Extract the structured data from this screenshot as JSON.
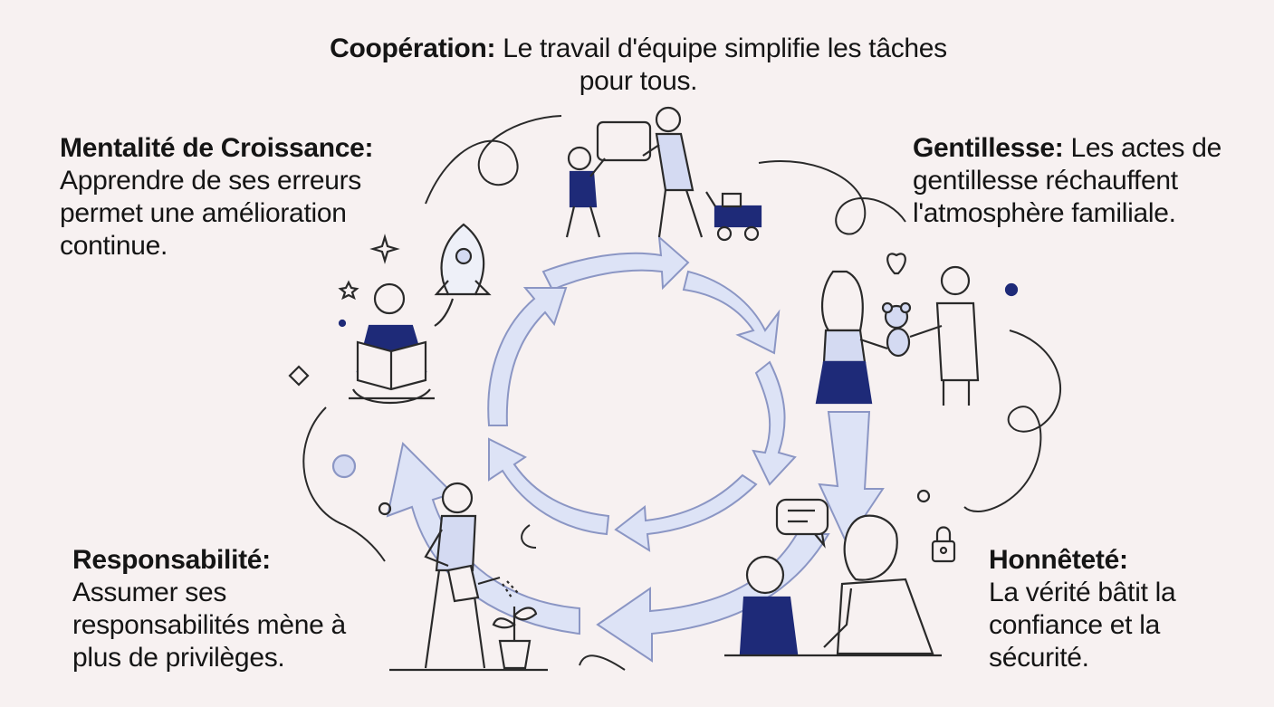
{
  "captions": {
    "cooperation": {
      "title": "Coopération:",
      "text": "Le travail d'équipe simplifie les tâches pour tous."
    },
    "growth": {
      "title": "Mentalité de Croissance:",
      "text": "Apprendre de ses erreurs permet une amélioration continue."
    },
    "kindness": {
      "title": "Gentillesse:",
      "text": "Les actes de gentillesse réchauffent l'atmosphère familiale."
    },
    "responsibility": {
      "title": "Responsabilité:",
      "text": "Assumer ses responsabilités mène à plus de privilèges."
    },
    "honesty": {
      "title": "Honnêteté:",
      "text": "La vérité bâtit la confiance et la sécurité."
    }
  },
  "colors": {
    "background": "#f7f1f1",
    "arrow_fill": "#dde3f6",
    "arrow_stroke": "#8b96c4",
    "navy": "#1e2a78",
    "line": "#2a2a2a"
  },
  "icons": [
    "rocket-icon",
    "sparkle-icon",
    "heart-icon",
    "teddy-bear-icon",
    "speech-bubble-icon",
    "lock-icon",
    "watering-can-icon",
    "plant-icon",
    "wagon-icon",
    "book-icon"
  ]
}
